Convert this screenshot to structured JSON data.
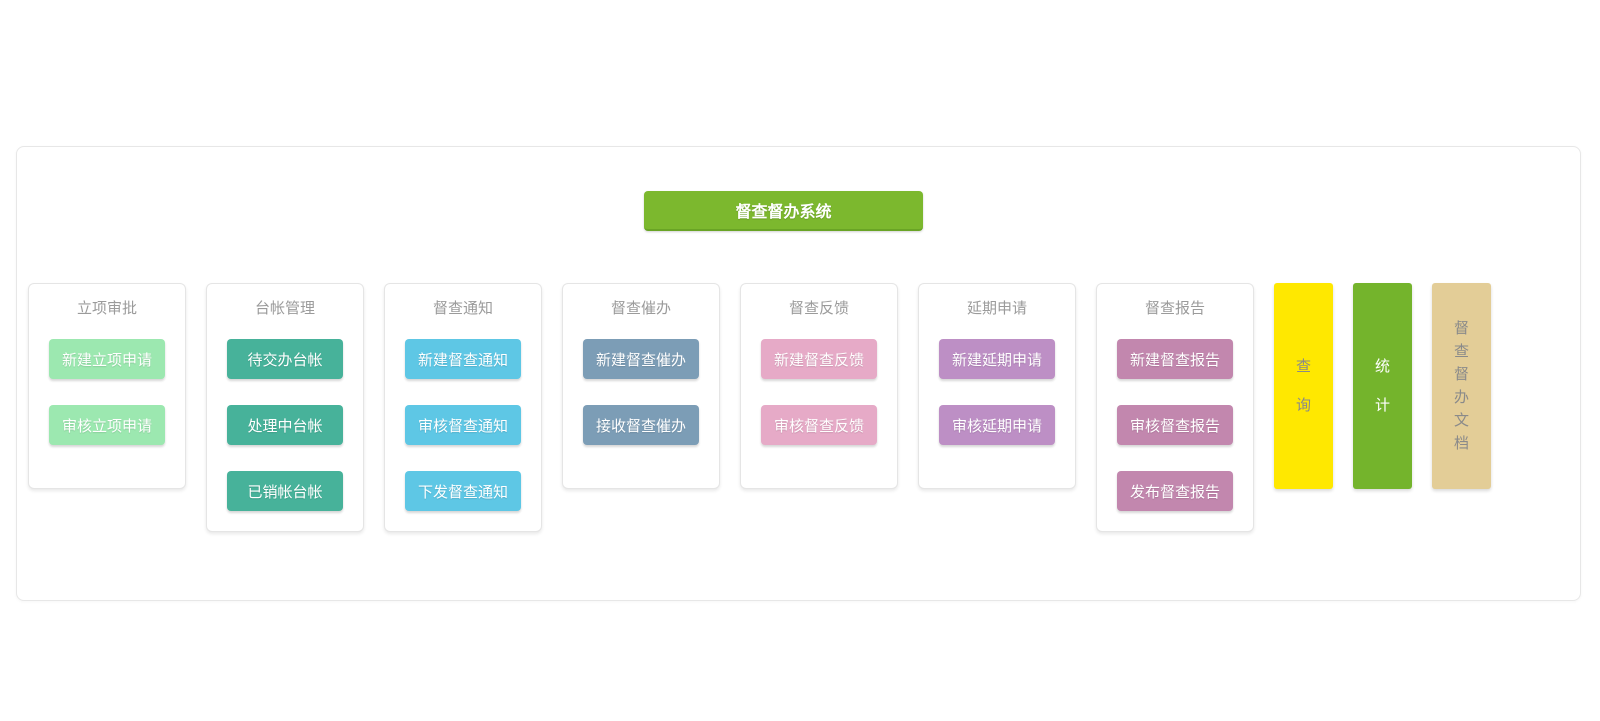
{
  "header": {
    "title": "督查督办系统",
    "bg": "#7cb82e",
    "border": "#69a425",
    "text_color": "#ffffff"
  },
  "modules": [
    {
      "name": "project-approval",
      "title": "立项审批",
      "button_color": "#9ce8b0",
      "buttons": [
        "新建立项申请",
        "审核立项申请"
      ]
    },
    {
      "name": "ledger-management",
      "title": "台帐管理",
      "button_color": "#47b29a",
      "buttons": [
        "待交办台帐",
        "处理中台帐",
        "已销帐台帐"
      ]
    },
    {
      "name": "supervision-notice",
      "title": "督查通知",
      "button_color": "#5ec7e5",
      "buttons": [
        "新建督查通知",
        "审核督查通知",
        "下发督查通知"
      ]
    },
    {
      "name": "supervision-urge",
      "title": "督查催办",
      "button_color": "#7c9db6",
      "buttons": [
        "新建督查催办",
        "接收督查催办"
      ]
    },
    {
      "name": "supervision-feedback",
      "title": "督查反馈",
      "button_color": "#e6aac7",
      "buttons": [
        "新建督查反馈",
        "审核督查反馈"
      ]
    },
    {
      "name": "extension-request",
      "title": "延期申请",
      "button_color": "#bd8fc5",
      "buttons": [
        "新建延期申请",
        "审核延期申请"
      ]
    },
    {
      "name": "supervision-report",
      "title": "督查报告",
      "button_color": "#c287ae",
      "buttons": [
        "新建督查报告",
        "审核督查报告",
        "发布督查报告"
      ]
    }
  ],
  "side_bars": [
    {
      "name": "query-bar",
      "label": "查询",
      "bg": "#ffe800",
      "text_color": "#8a8a8a"
    },
    {
      "name": "statistics-bar",
      "label": "统计",
      "bg": "#74b42c",
      "text_color": "#ffffff"
    },
    {
      "name": "documents-bar",
      "label": "督查督办文档",
      "bg": "#e3cd97",
      "text_color": "#8a8a8a"
    }
  ]
}
